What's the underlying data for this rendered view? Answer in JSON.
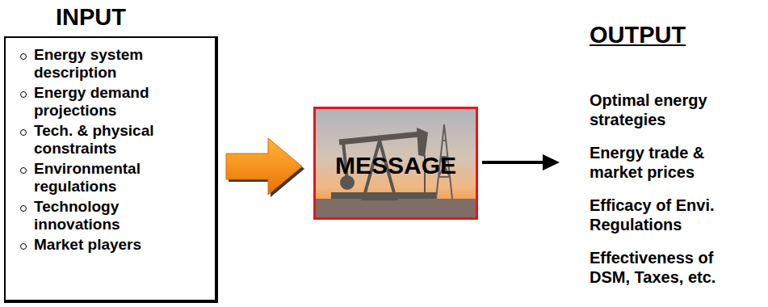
{
  "diagram": {
    "nodes": [
      {
        "text": [
          "INPUT",
          "Energy system description",
          "Energy demand projections",
          "Tech. & physical constraints",
          "Environmental regulations",
          "Technology innovations",
          "Market players"
        ]
      },
      {
        "text": [
          "MESSAGE"
        ]
      }
    ],
    "edges": [
      {
        "from": 0,
        "to": 1,
        "arrow": "to"
      }
    ],
    "labels": [
      "OUTPUT",
      "Optimal energy strategies",
      "Energy trade & market prices",
      "Efficacy of Envi. Regulations",
      "Effectiveness of DSM, Taxes, etc."
    ]
  }
}
